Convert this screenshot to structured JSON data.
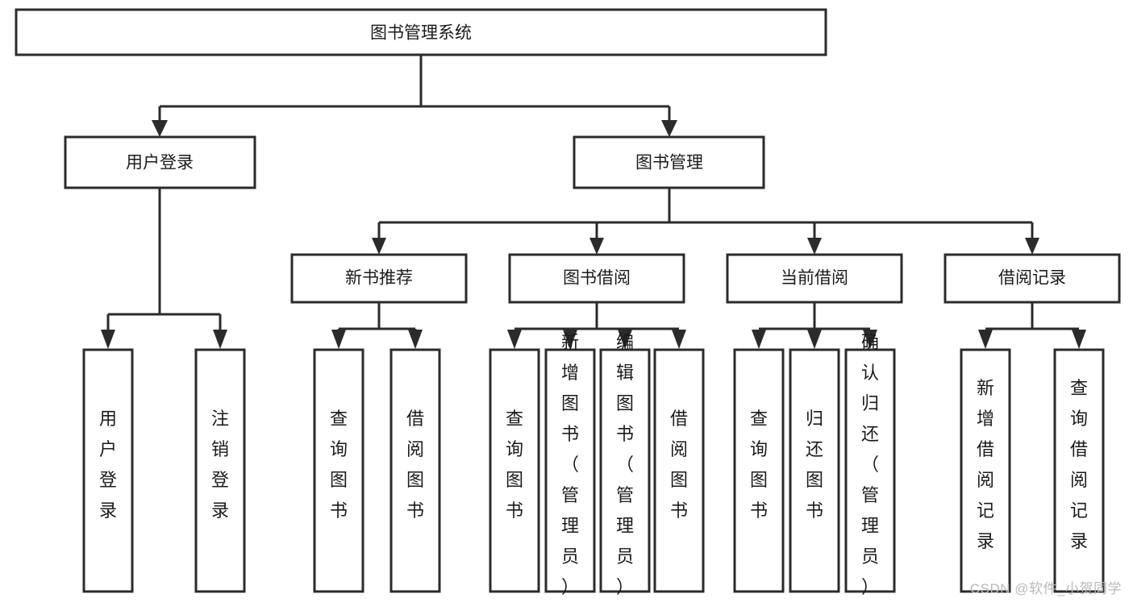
{
  "diagram": {
    "type": "tree-hierarchy",
    "orientation": "top-down",
    "root": {
      "label": "图书管理系统"
    },
    "level2": [
      {
        "label": "用户登录"
      },
      {
        "label": "图书管理"
      }
    ],
    "level3": [
      {
        "label": "新书推荐"
      },
      {
        "label": "图书借阅"
      },
      {
        "label": "当前借阅"
      },
      {
        "label": "借阅记录"
      }
    ],
    "leaves": {
      "user_login": [
        {
          "label": "用户登录"
        },
        {
          "label": "注销登录"
        }
      ],
      "new_book_recommend": [
        {
          "label": "查询图书"
        },
        {
          "label": "借阅图书"
        }
      ],
      "book_borrow": [
        {
          "label": "查询图书"
        },
        {
          "label": "新增图书（管理员）"
        },
        {
          "label": "编辑图书（管理员）"
        },
        {
          "label": "借阅图书"
        }
      ],
      "current_borrow": [
        {
          "label": "查询图书"
        },
        {
          "label": "归还图书"
        },
        {
          "label": "确认归还（管理员）"
        }
      ],
      "borrow_record": [
        {
          "label": "新增借阅记录"
        },
        {
          "label": "查询借阅记录"
        }
      ]
    },
    "colors": {
      "box_stroke": "#2b2b2b",
      "box_fill": "#ffffff",
      "connector": "#2b2b2b",
      "text": "#1b1b1b",
      "background": "#ffffff",
      "watermark": "#b9b9b9"
    }
  },
  "watermark": {
    "text": "CSDN @软件_小贺同学"
  }
}
